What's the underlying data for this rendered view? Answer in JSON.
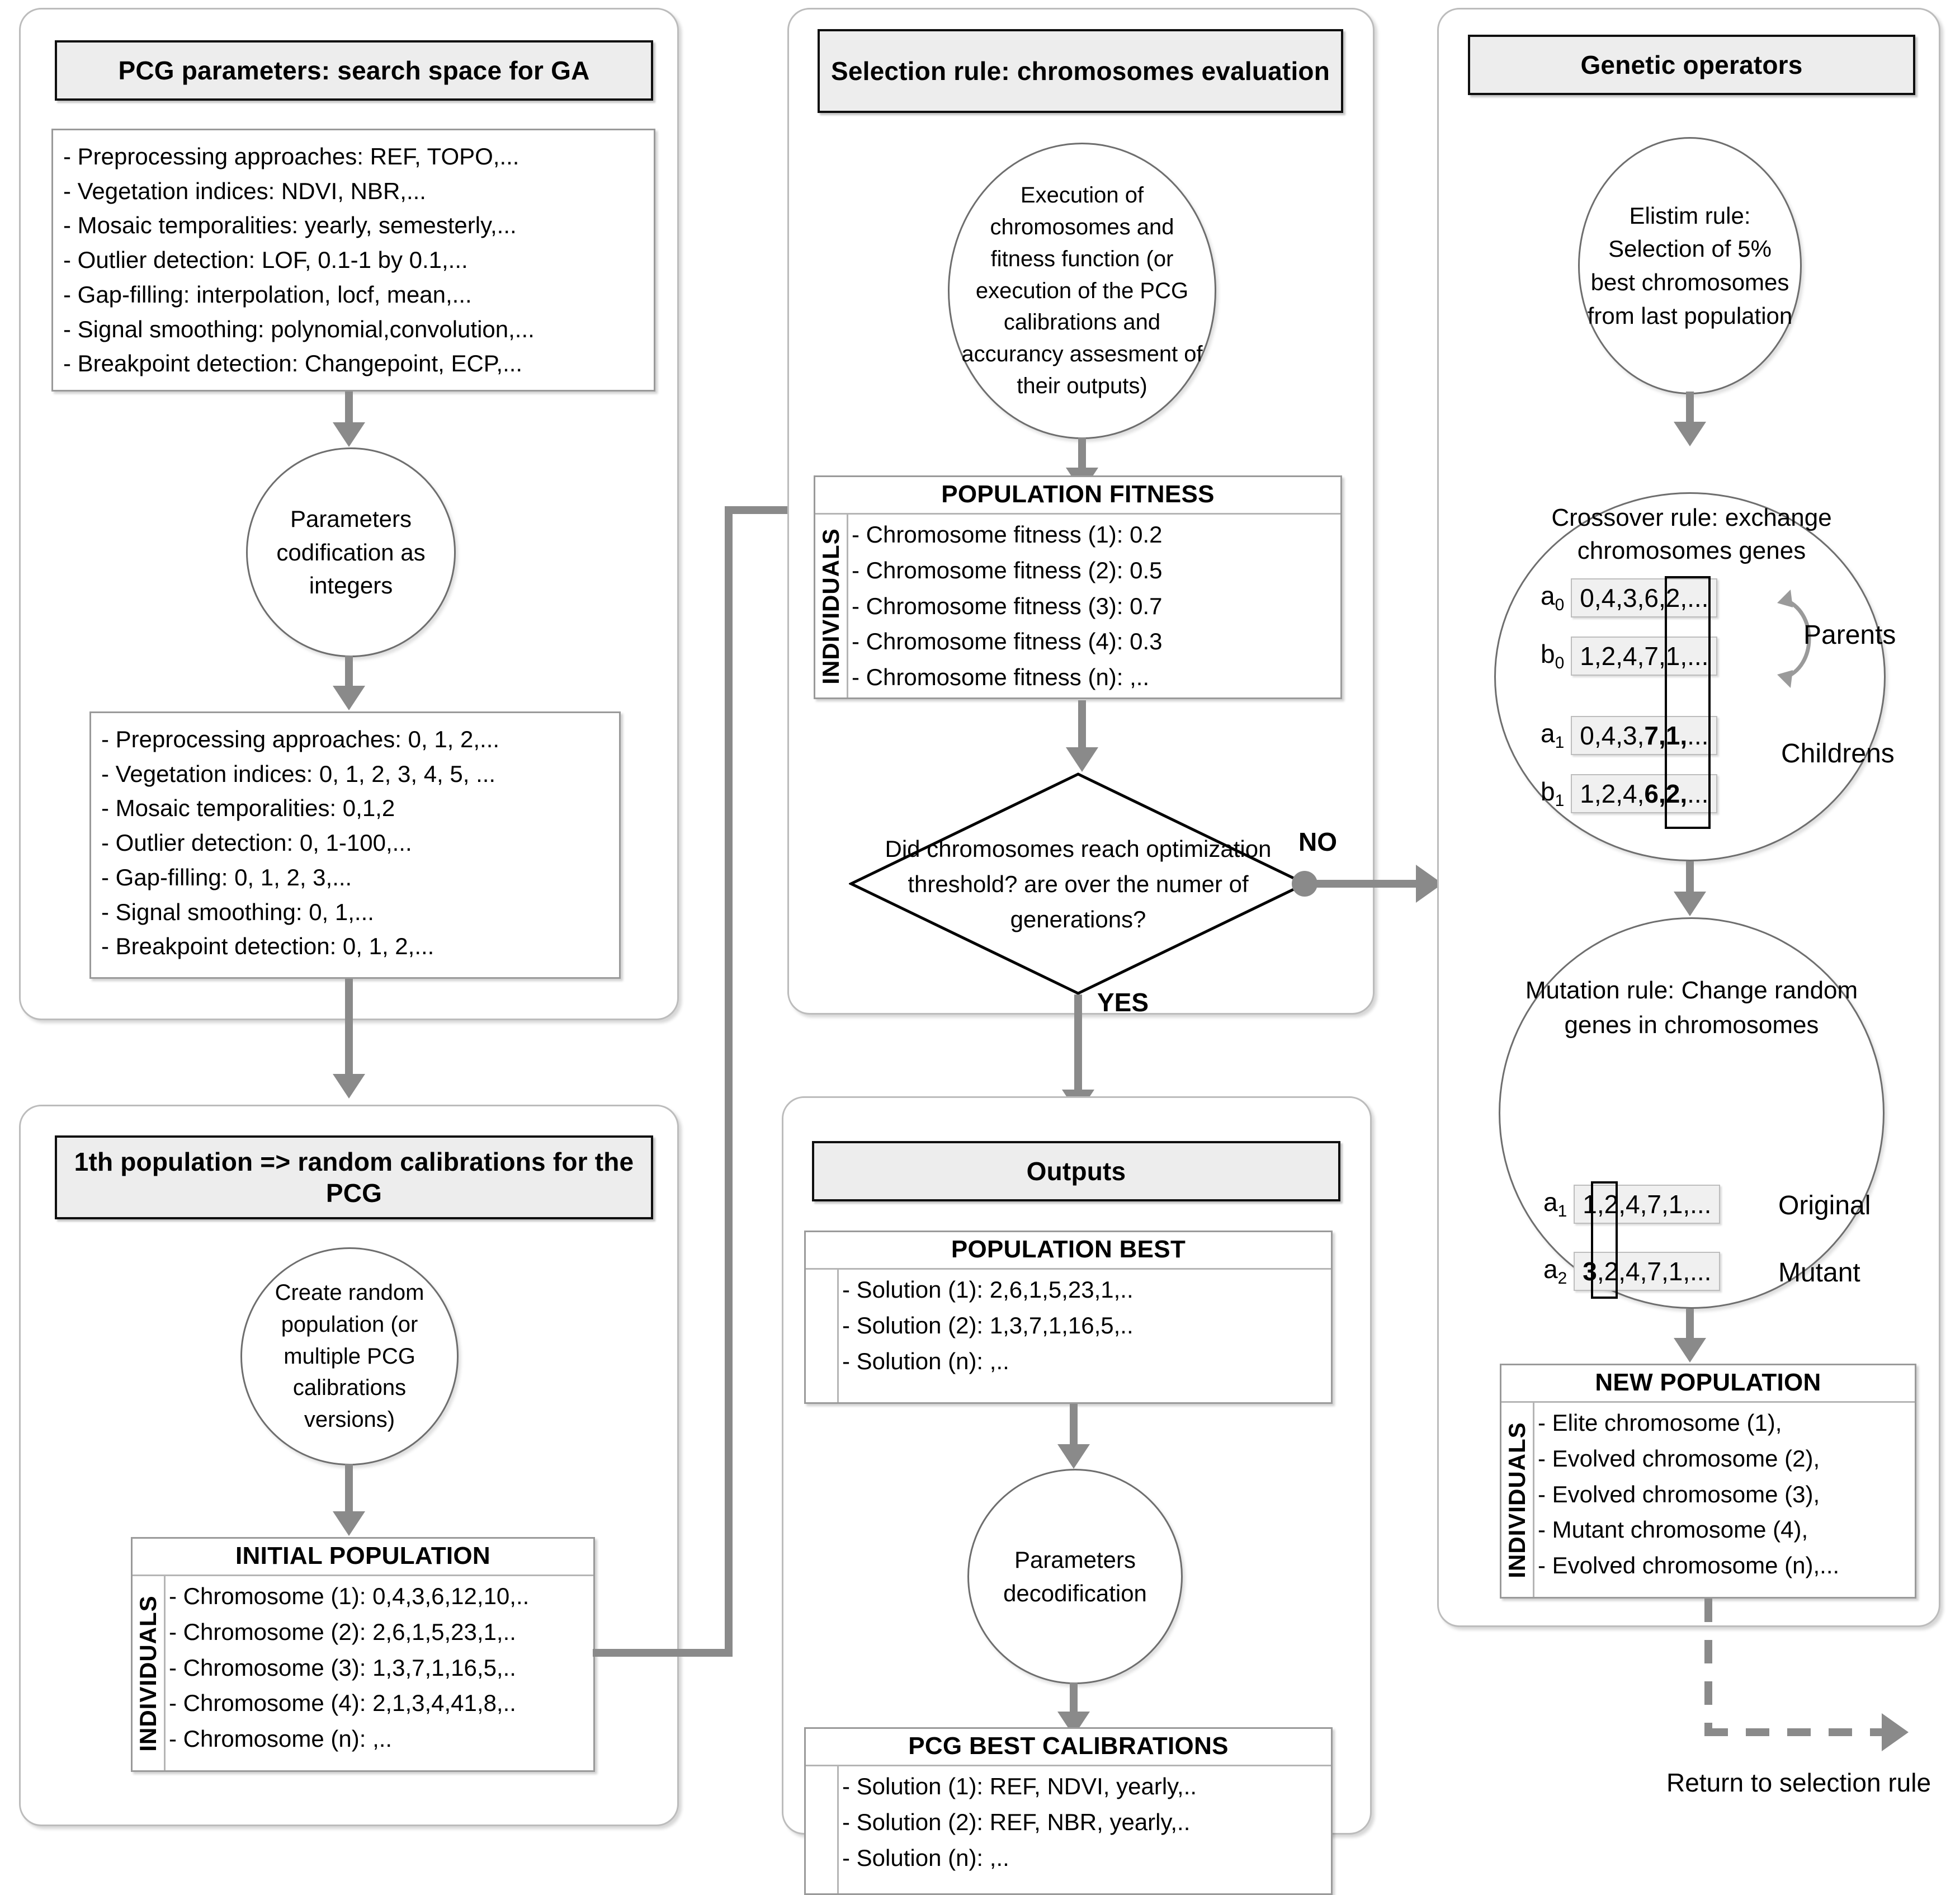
{
  "columns": {
    "left": {
      "header": "PCG parameters: search space for GA",
      "search_space": {
        "lines": [
          "- Preprocessing approaches: REF, TOPO,...",
          "- Vegetation indices: NDVI, NBR,...",
          "- Mosaic temporalities: yearly, semesterly,...",
          "- Outlier detection: LOF, 0.1-1 by 0.1,...",
          "- Gap-filling: interpolation, locf, mean,...",
          "- Signal smoothing: polynomial,convolution,...",
          "- Breakpoint detection: Changepoint, ECP,..."
        ]
      },
      "codification_circle": "Parameters codification as integers",
      "codified": {
        "lines": [
          "- Preprocessing approaches: 0, 1, 2,...",
          "- Vegetation indices: 0, 1, 2, 3, 4, 5, ...",
          "- Mosaic temporalities: 0,1,2",
          "- Outlier detection: 0, 1-100,...",
          "- Gap-filling: 0, 1, 2, 3,...",
          "- Signal smoothing: 0, 1,...",
          "- Breakpoint detection: 0, 1, 2,..."
        ]
      },
      "header2": "1th population => random calibrations for the PCG",
      "random_circle": "Create random population (or multiple PCG calibrations versions)",
      "initial_population": {
        "title": "INITIAL POPULATION",
        "side_label": "INDIVIDUALS",
        "rows": [
          "- Chromosome (1): 0,4,3,6,12,10,..",
          "- Chromosome (2): 2,6,1,5,23,1,..",
          "- Chromosome (3): 1,3,7,1,16,5,..",
          "- Chromosome (4): 2,1,3,4,41,8,..",
          "- Chromosome (n): ,.."
        ]
      }
    },
    "middle": {
      "header": "Selection rule: chromosomes evaluation",
      "execution_circle": "Execution of chromosomes and fitness function (or execution of the PCG calibrations and accurancy assesment of their outputs)",
      "population_fitness": {
        "title": "POPULATION FITNESS",
        "side_label": "INDIVIDUALS",
        "rows": [
          "- Chromosome fitness (1): 0.2",
          "- Chromosome fitness (2): 0.5",
          "- Chromosome fitness (3): 0.7",
          "- Chromosome fitness (4): 0.3",
          "- Chromosome fitness (n): ,.."
        ]
      },
      "decision": {
        "text": "Did chromosomes reach optimization threshold? are over the numer of generations?",
        "label_no": "NO",
        "label_yes": "YES"
      },
      "header2": "Outputs",
      "population_best": {
        "title": "POPULATION BEST",
        "rows": [
          "- Solution (1): 2,6,1,5,23,1,..",
          "- Solution (2): 1,3,7,1,16,5,..",
          "- Solution (n): ,.."
        ]
      },
      "decodification_circle": "Parameters decodification",
      "best_calibrations": {
        "title": "PCG BEST CALIBRATIONS",
        "rows": [
          "- Solution (1): REF, NDVI, yearly,..",
          "- Solution (2): REF, NBR, yearly,..",
          "- Solution (n): ,.."
        ]
      }
    },
    "right": {
      "header": "Genetic operators",
      "elitism_circle": "Elistim rule: Selection of 5% best chromosomes from last population",
      "crossover": {
        "title": "Crossover rule: exchange chromosomes genes",
        "rows": [
          {
            "label": "a",
            "sub": "0",
            "prefix": "0,4,3,",
            "bold": "6,2,",
            "suffix": "..."
          },
          {
            "label": "b",
            "sub": "0",
            "prefix": "1,2,4,",
            "bold": "7,1,",
            "suffix": "..."
          },
          {
            "label": "a",
            "sub": "1",
            "prefix": "0,4,3,",
            "bold": "7,1,",
            "suffix": "..."
          },
          {
            "label": "b",
            "sub": "1",
            "prefix": "1,2,4,",
            "bold": "6,2,",
            "suffix": "..."
          }
        ],
        "label_parents": "Parents",
        "label_children": "Childrens"
      },
      "mutation": {
        "title": "Mutation rule: Change random genes in chromosomes",
        "rows": [
          {
            "label": "a",
            "sub": "1",
            "first": "1",
            "rest": ",2,4,7,1,...",
            "side": "Original"
          },
          {
            "label": "a",
            "sub": "2",
            "first": "3",
            "rest": ",2,4,7,1,...",
            "side": "Mutant"
          }
        ]
      },
      "new_population": {
        "title": "NEW POPULATION",
        "side_label": "INDIVIDUALS",
        "rows": [
          "- Elite chromosome (1),",
          "- Evolved chromosome (2),",
          "- Evolved chromosome (3),",
          "- Mutant chromosome (4),",
          "- Evolved chromosome (n),..."
        ]
      },
      "return_label": "Return to selection rule"
    }
  },
  "colors": {
    "header_fill": "#ededed",
    "header_border": "#0f0f0f",
    "panel_border": "#bcbcbc",
    "connector": "#8a8a8a",
    "table_border": "#9a9a9a"
  }
}
